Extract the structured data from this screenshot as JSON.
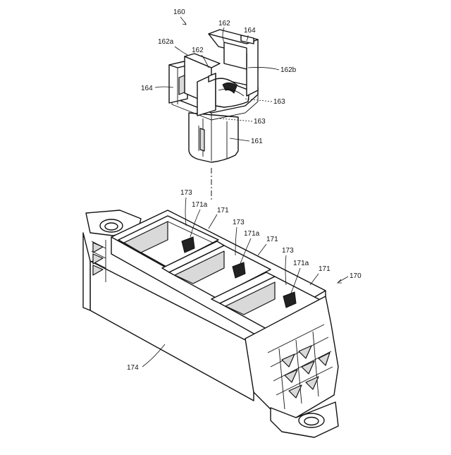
{
  "figure": {
    "labels": {
      "l160": "160",
      "l162_top": "162",
      "l164_top": "164",
      "l162a": "162a",
      "l162_mid": "162",
      "l162b": "162b",
      "l164_left": "164",
      "l163_right": "163",
      "l163_mid": "163",
      "l161": "161",
      "l173_1": "173",
      "l171a_1": "171a",
      "l171_1": "171",
      "l173_2": "173",
      "l171a_2": "171a",
      "l171_2": "171",
      "l173_3": "173",
      "l171a_3": "171a",
      "l171_3": "171",
      "l170": "170",
      "l174": "174"
    }
  }
}
